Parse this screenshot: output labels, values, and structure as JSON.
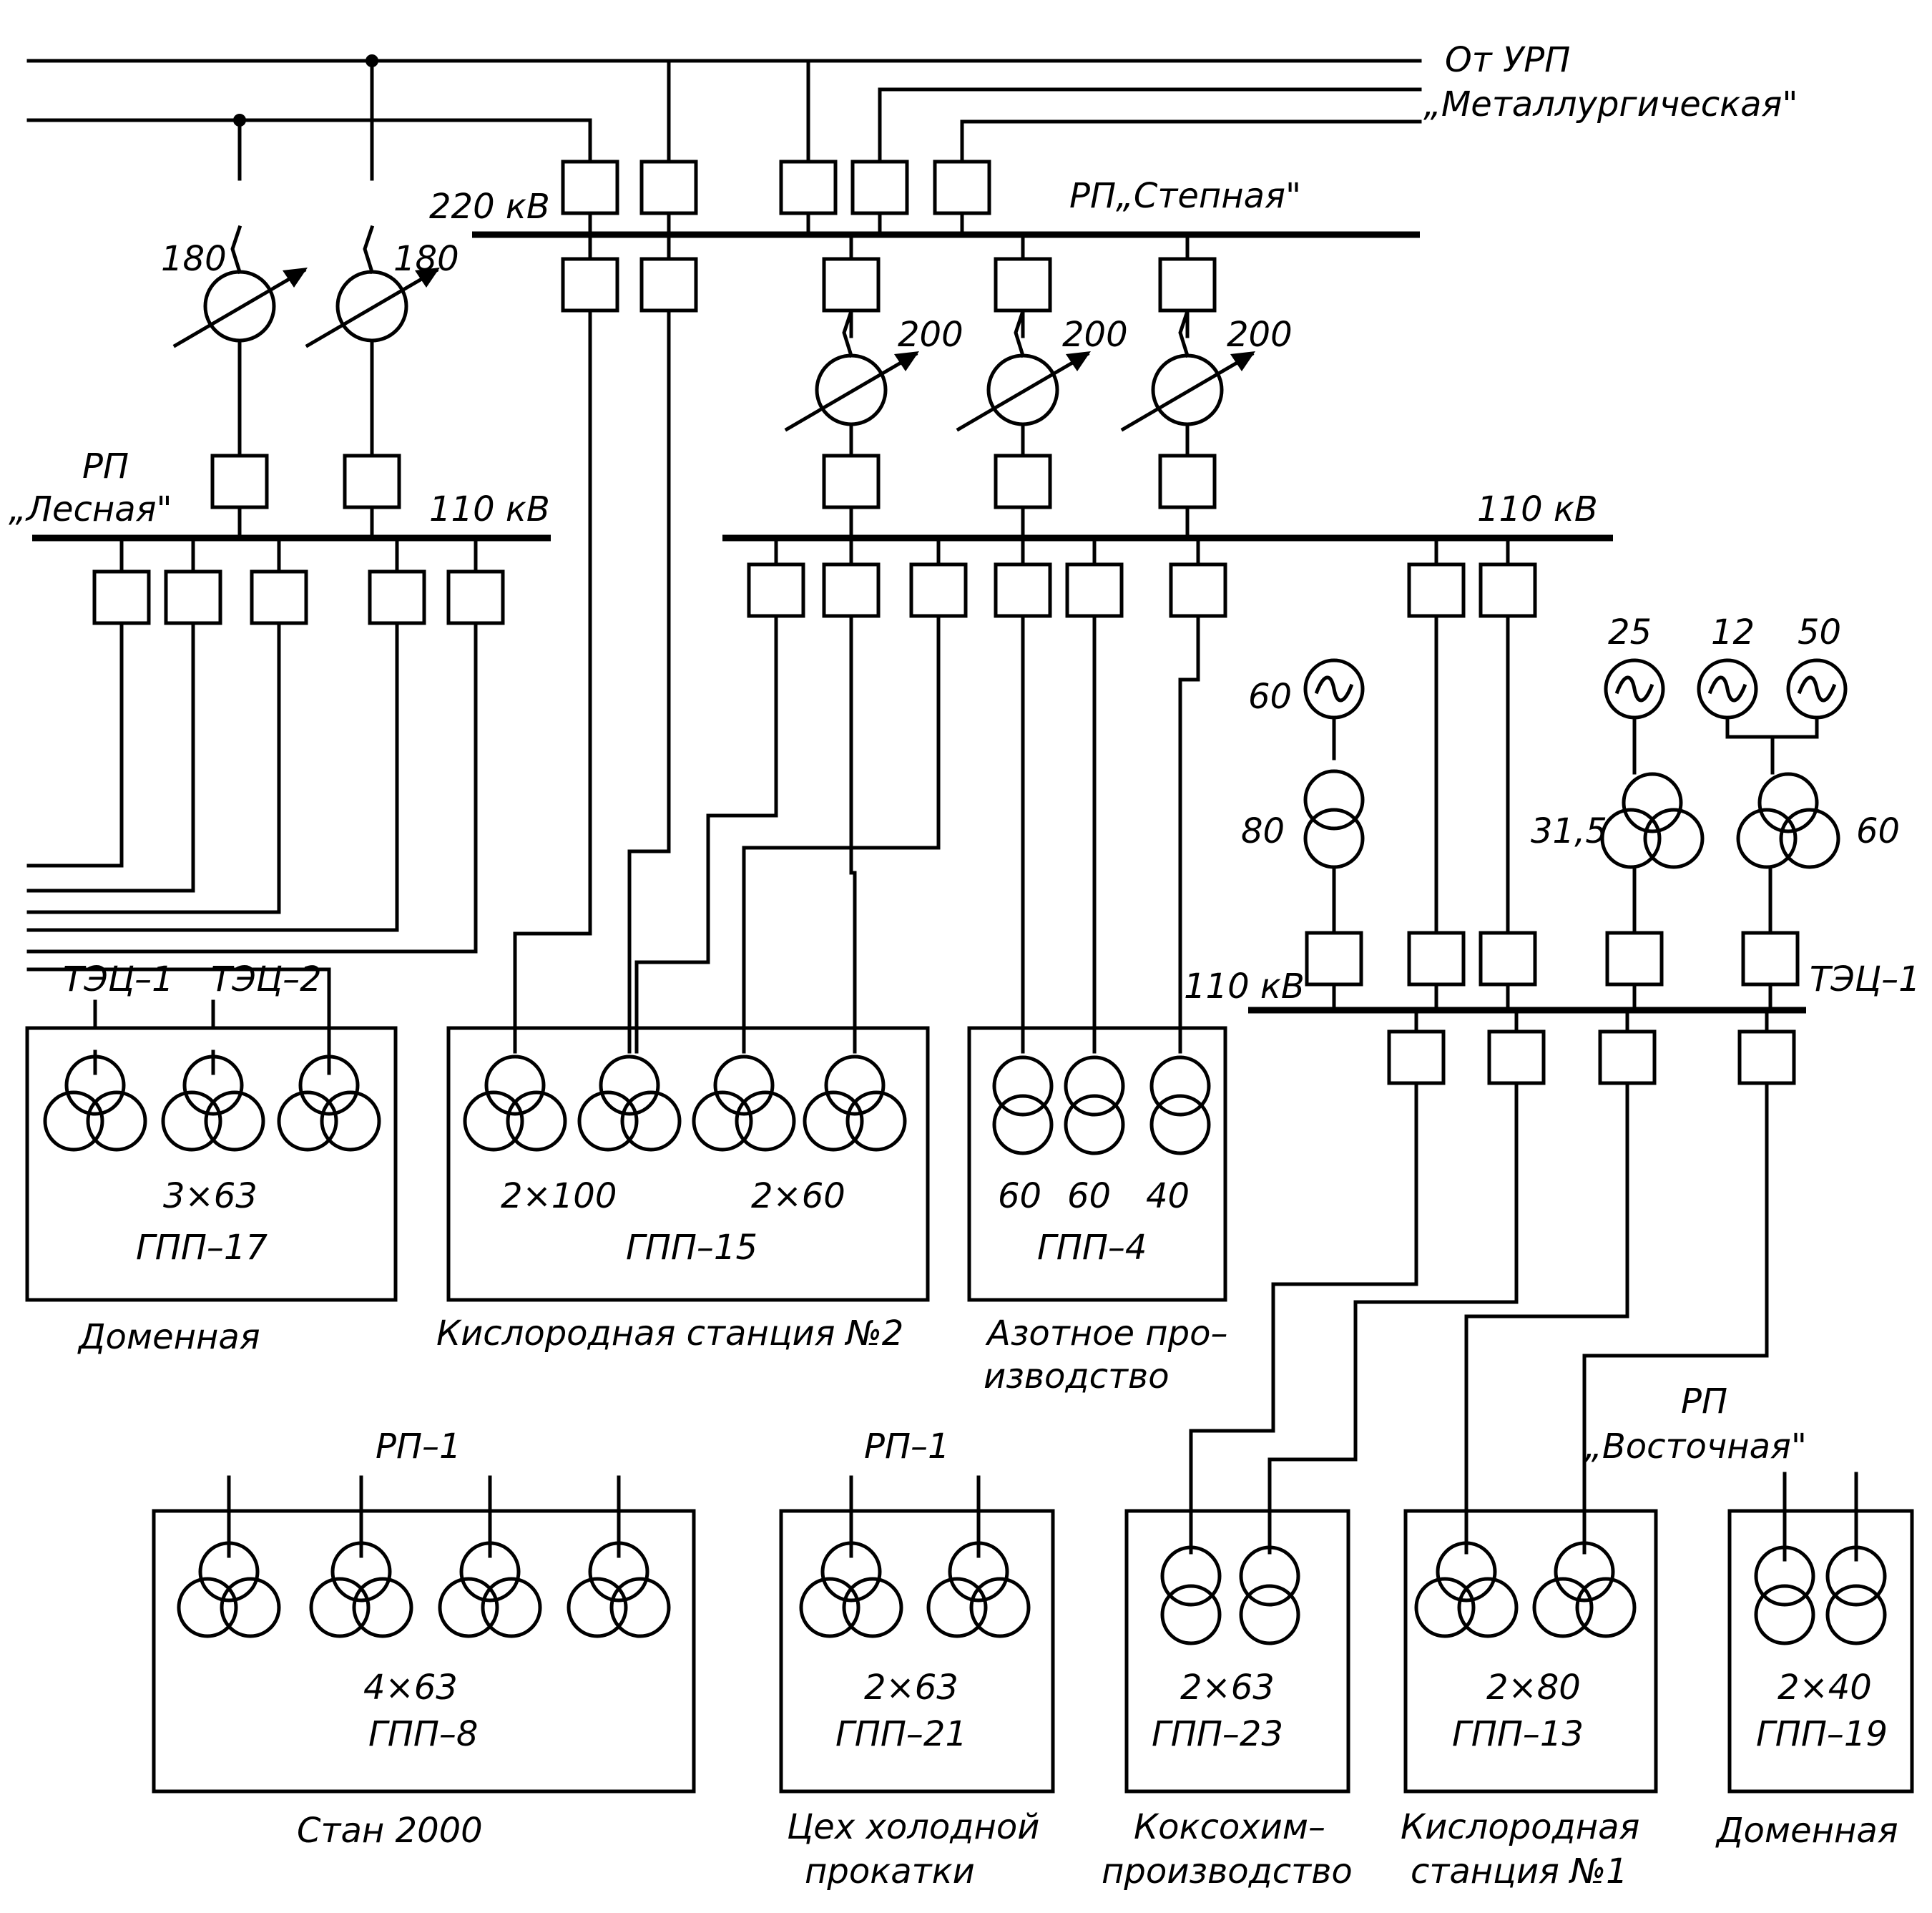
{
  "labels": {
    "from_urp_1": "От УРП",
    "from_urp_2": "„Металлургическая\"",
    "bus_220": "220 кВ",
    "rp_stepnaya": "РП„Степная\"",
    "rp_lesnaya_1": "РП",
    "rp_lesnaya_2": "„Лесная\"",
    "bus_110_lesnaya": "110 кВ",
    "bus_110_stepnaya": "110 кВ",
    "bus_110_tec": "110 кВ",
    "tec1_bus": "ТЭЦ–1",
    "tec1": "ТЭЦ–1",
    "tec2": "ТЭЦ–2",
    "rp_vostochnaya_1": "РП",
    "rp_vostochnaya_2": "„Восточная\"",
    "rp1_a": "РП–1",
    "rp1_b": "РП–1"
  },
  "ratings": {
    "at180_a": "180",
    "at180_b": "180",
    "at200_a": "200",
    "at200_b": "200",
    "at200_c": "200",
    "gen60": "60",
    "gen25": "25",
    "gen12": "12",
    "gen50": "50",
    "tr80": "80",
    "tr31": "31,5",
    "tr60": "60"
  },
  "substations": {
    "gpp17": {
      "rating": "3×63",
      "name": "ГПП–17",
      "caption": "Доменная"
    },
    "gpp15": {
      "rating_a": "2×100",
      "rating_b": "2×60",
      "name": "ГПП–15",
      "caption": "Кислородная станция №2"
    },
    "gpp4": {
      "r1": "60",
      "r2": "60",
      "r3": "40",
      "name": "ГПП–4",
      "caption_1": "Азотное про–",
      "caption_2": "изводство"
    },
    "gpp8": {
      "rating": "4×63",
      "name": "ГПП–8",
      "caption": "Стан 2000"
    },
    "gpp21": {
      "rating": "2×63",
      "name": "ГПП–21",
      "caption_1": "Цех холодной",
      "caption_2": "прокатки"
    },
    "gpp23": {
      "rating": "2×63",
      "name": "ГПП–23",
      "caption_1": "Коксохим–",
      "caption_2": "производство"
    },
    "gpp13": {
      "rating": "2×80",
      "name": "ГПП–13",
      "caption_1": "Кислородная",
      "caption_2": "станция №1"
    },
    "gpp19": {
      "rating": "2×40",
      "name": "ГПП–19",
      "caption": "Доменная"
    }
  }
}
